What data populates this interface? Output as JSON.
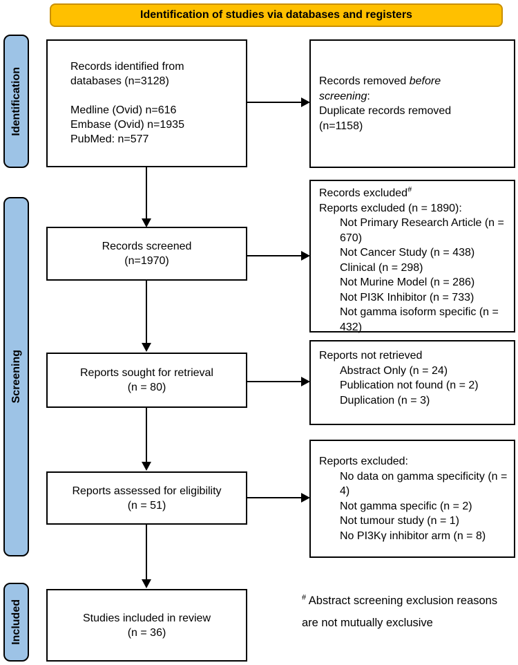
{
  "colors": {
    "banner_bg": "#FFC000",
    "banner_border": "#C98F00",
    "sidebar_bg": "#9DC3E6",
    "box_border": "#000000"
  },
  "banner": {
    "label": "Identification of studies via databases and registers"
  },
  "sidebar": {
    "identification": {
      "label": "Identification"
    },
    "screening": {
      "label": "Screening"
    },
    "included": {
      "label": "Included"
    }
  },
  "flow": {
    "records_identified": {
      "intro": "Records identified from databases (n=3128)",
      "sources": [
        "Medline (Ovid) n=616",
        "Embase (Ovid) n=1935",
        "PubMed: n=577"
      ]
    },
    "records_screened": {
      "line1": "Records screened",
      "line2": "(n=1970)"
    },
    "reports_sought": {
      "line1": "Reports sought for retrieval",
      "line2": "(n = 80)"
    },
    "reports_assessed": {
      "line1": "Reports assessed for eligibility",
      "line2": "(n = 51)"
    },
    "studies_included": {
      "line1": "Studies included in review",
      "line2": "(n = 36)"
    }
  },
  "side": {
    "records_removed": {
      "prefix": "Records removed ",
      "italic": "before screening",
      "suffix": ":",
      "line2": "Duplicate records removed (n=1158)"
    },
    "records_excluded": {
      "title": "Records excluded",
      "title_sup": "#",
      "subtitle": "Reports excluded (n = 1890):",
      "items": [
        "Not Primary Research Article (n = 670)",
        "Not Cancer Study (n = 438)",
        "Clinical (n = 298)",
        "Not Murine Model (n = 286)",
        "Not PI3K Inhibitor (n = 733)",
        "Not gamma isoform specific (n = 432)"
      ]
    },
    "reports_not_retrieved": {
      "title": "Reports not retrieved",
      "items": [
        "Abstract Only (n = 24)",
        "Publication not found (n = 2)",
        "Duplication (n = 3)"
      ]
    },
    "reports_excluded": {
      "title": "Reports excluded:",
      "items": [
        "No data on gamma specificity (n = 4)",
        "Not gamma specific (n = 2)",
        "Not tumour study (n = 1)",
        "No PI3Kγ inhibitor arm (n = 8)"
      ]
    }
  },
  "footnote": {
    "sup": "#",
    "line1": " Abstract screening exclusion reasons",
    "line2": "are not mutually exclusive"
  }
}
